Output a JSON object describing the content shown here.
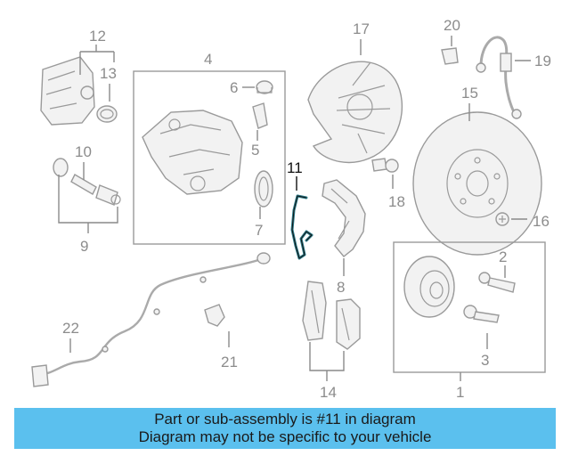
{
  "callouts": {
    "c1": "1",
    "c2": "2",
    "c3": "3",
    "c4": "4",
    "c5": "5",
    "c6": "6",
    "c7": "7",
    "c8": "8",
    "c9": "9",
    "c10": "10",
    "c11": "11",
    "c12": "12",
    "c13": "13",
    "c14": "14",
    "c15": "15",
    "c16": "16",
    "c17": "17",
    "c18": "18",
    "c19": "19",
    "c20": "20",
    "c21": "21",
    "c22": "22"
  },
  "highlight": {
    "part": "11",
    "color": "#2b7a87"
  },
  "banner": {
    "line1": "Part or sub-assembly is #11 in diagram",
    "line2": "Diagram may not be specific to your vehicle",
    "color": "#5bc0ee"
  }
}
